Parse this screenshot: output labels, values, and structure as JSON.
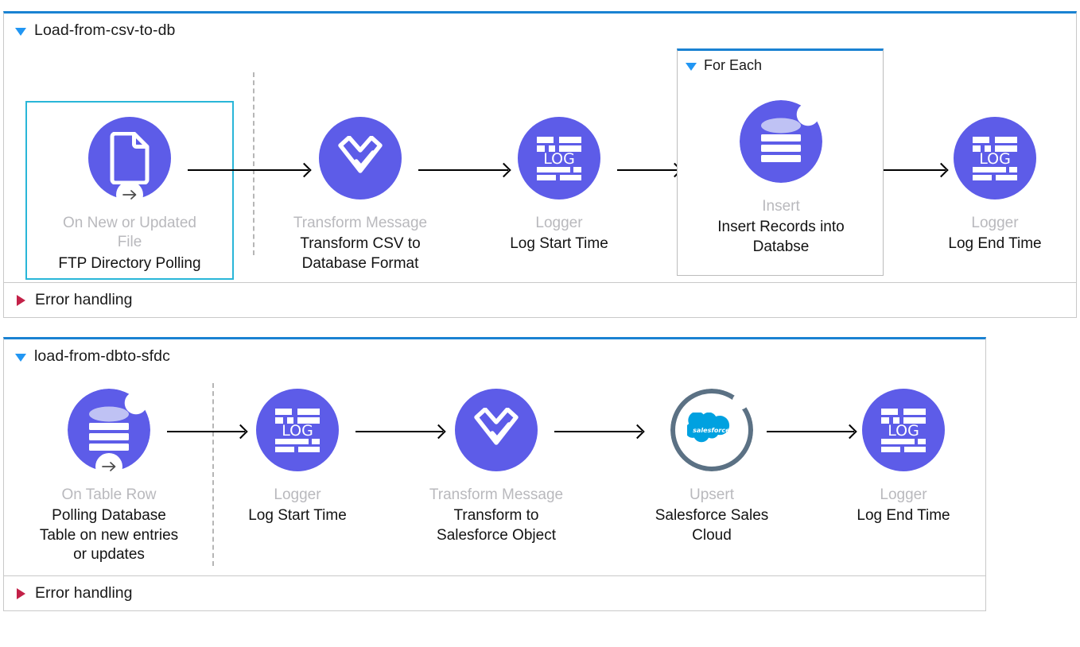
{
  "flows": [
    {
      "id": "flow-1",
      "title": "Load-from-csv-to-db",
      "collapse_icon": "triangle-down-icon",
      "error_handling": {
        "label": "Error handling",
        "icon": "triangle-right-icon"
      },
      "nodes": [
        {
          "key": "ftp-source",
          "icon": "document-icon",
          "badge": "arrow-right-icon",
          "sub": "On New or Updated File",
          "name": "FTP Directory Polling",
          "selected": true,
          "is_source": true
        },
        {
          "key": "transform-csv",
          "icon": "dataweave-transform-icon",
          "sub": "Transform Message",
          "name": "Transform CSV to Database Format"
        },
        {
          "key": "logger-start",
          "icon": "logger-icon",
          "sub": "Logger",
          "name": "Log Start Time"
        },
        {
          "key": "db-insert",
          "icon": "database-icon",
          "sub": "Insert",
          "name": "Insert Records into Databse",
          "in_scope": "For Each"
        },
        {
          "key": "logger-end",
          "icon": "logger-icon",
          "sub": "Logger",
          "name": "Log End Time"
        }
      ],
      "scope": {
        "title": "For Each",
        "collapse_icon": "triangle-down-icon"
      }
    },
    {
      "id": "flow-2",
      "title": "load-from-dbto-sfdc",
      "collapse_icon": "triangle-down-icon",
      "error_handling": {
        "label": "Error handling",
        "icon": "triangle-right-icon"
      },
      "nodes": [
        {
          "key": "db-source",
          "icon": "database-icon",
          "badge": "arrow-right-icon",
          "sub": "On Table Row",
          "name": "Polling Database Table on new entries or updates",
          "is_source": true
        },
        {
          "key": "logger-start-2",
          "icon": "logger-icon",
          "sub": "Logger",
          "name": "Log Start Time"
        },
        {
          "key": "transform-sfdc",
          "icon": "dataweave-transform-icon",
          "sub": "Transform Message",
          "name": "Transform to Salesforce Object"
        },
        {
          "key": "salesforce-upsert",
          "icon": "salesforce-cloud-icon",
          "sub": "Upsert",
          "name": "Salesforce Sales Cloud"
        },
        {
          "key": "logger-end-2",
          "icon": "logger-icon",
          "sub": "Logger",
          "name": "Log End Time"
        }
      ]
    }
  ],
  "icon_text": {
    "log": "LOG",
    "salesforce_wordmark": "salesforce",
    "badge_arrow": "→"
  },
  "colors": {
    "node_purple": "#5D5CE8",
    "flow_header_blue": "#1a82d2",
    "selection_cyan": "#29b6d8",
    "error_triangle_red": "#c32148",
    "salesforce_blue": "#00A1E0",
    "salesforce_ring": "#5b7184",
    "sub_label_gray": "#b9b9bd"
  }
}
